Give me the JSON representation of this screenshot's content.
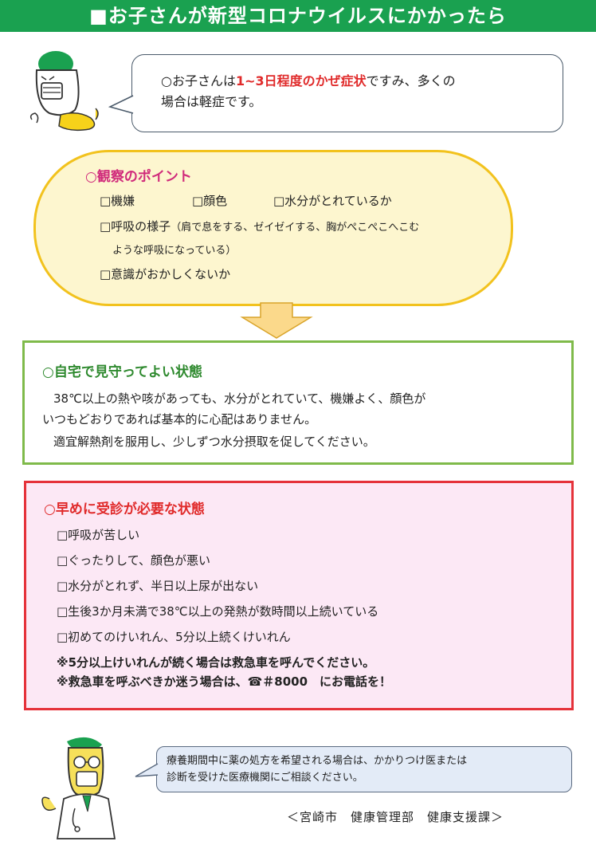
{
  "title": "■お子さんが新型コロナウイルスにかかったら",
  "intro": {
    "prefix": "○お子さんは",
    "highlight": "1~3日程度のかぜ症状",
    "suffix": "ですみ、多くの",
    "line2": "場合は軽症です。"
  },
  "observation": {
    "title": "○観察のポイント",
    "items_row1": [
      "□機嫌",
      "□顔色",
      "□水分がとれているか"
    ],
    "breathing_label": "□呼吸の様子",
    "breathing_note_1": "（肩で息をする、ゼイゼイする、胸がぺこぺこへこむ",
    "breathing_note_2": "ような呼吸になっている）",
    "consciousness": "□意識がおかしくないか"
  },
  "home_care": {
    "title": "○自宅で見守ってよい状態",
    "line1": "38℃以上の熱や咳があっても、水分がとれていて、機嫌よく、顔色が",
    "line2": "いつもどおりであれば基本的に心配はありません。",
    "line3": "適宜解熱剤を服用し、少しずつ水分摂取を促してください。"
  },
  "see_doctor": {
    "title": "○早めに受診が必要な状態",
    "items": [
      "□呼吸が苦しい",
      "□ぐったりして、顔色が悪い",
      "□水分がとれず、半日以上尿が出ない",
      "□生後3か月未満で38℃以上の発熱が数時間以上続いている",
      "□初めてのけいれん、5分以上続くけいれん"
    ],
    "note1": "※5分以上けいれんが続く場合は救急車を呼んでください。",
    "note2": "※救急車を呼ぶべきか迷う場合は、☎＃8000　にお電話を！"
  },
  "medicine_note": {
    "line1": "療養期間中に薬の処方を希望される場合は、かかりつけ医または",
    "line2": "診断を受けた医療機関にご相談ください。"
  },
  "footer": "＜宮崎市　健康管理部　健康支援課＞",
  "colors": {
    "header_green": "#1aa150",
    "capsule_yellow": "#f2c21d",
    "observation_title": "#d02a7b",
    "home_green": "#7fba4a",
    "alert_red": "#e5323a"
  }
}
